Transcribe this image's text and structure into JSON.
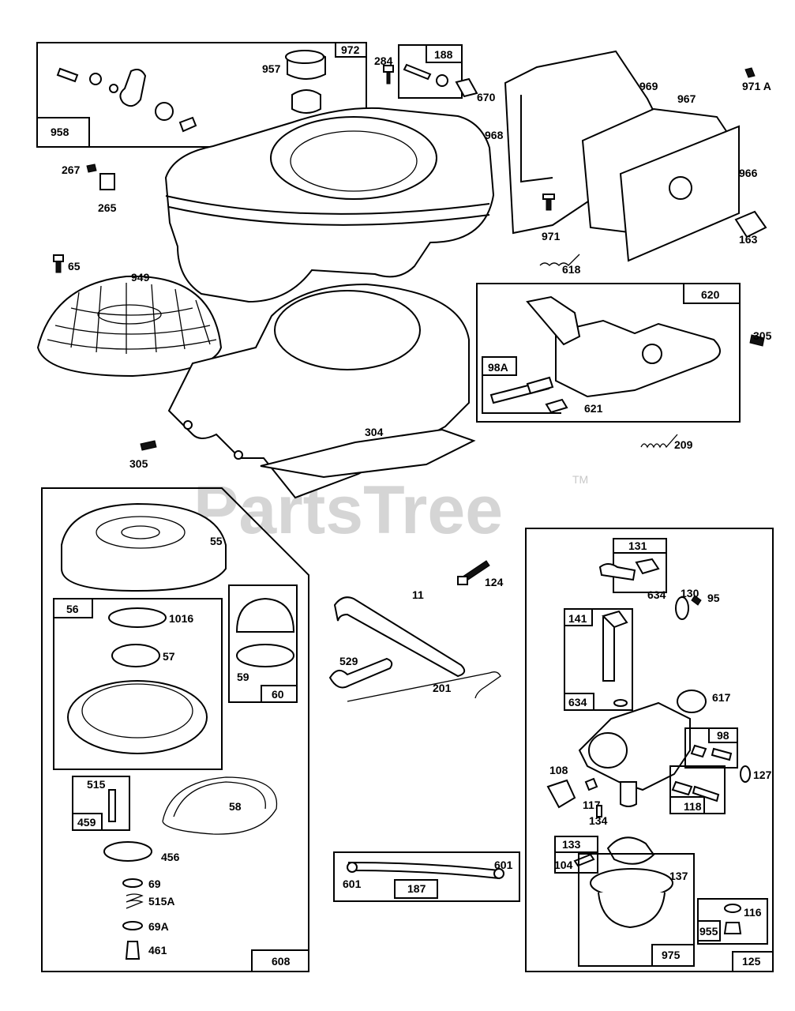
{
  "watermark": {
    "text": "PartsTree",
    "tm": "TM"
  },
  "labels": {
    "l972": "972",
    "l958": "958",
    "l957": "957",
    "l284": "284",
    "l188": "188",
    "l670": "670",
    "l969": "969",
    "l971A": "971 A",
    "l967": "967",
    "l968": "968",
    "l966": "966",
    "l163": "163",
    "l971": "971",
    "l618": "618",
    "l267": "267",
    "l265": "265",
    "l65": "65",
    "l949": "949",
    "l620": "620",
    "l98A": "98A",
    "l621": "621",
    "l305a": "305",
    "l305b": "305",
    "l209": "209",
    "l304": "304",
    "l55": "55",
    "l56": "56",
    "l1016": "1016",
    "l57": "57",
    "l59": "59",
    "l60": "60",
    "l515": "515",
    "l459": "459",
    "l58": "58",
    "l456": "456",
    "l69": "69",
    "l515A": "515A",
    "l69A": "69A",
    "l461": "461",
    "l608": "608",
    "l11": "11",
    "l124": "124",
    "l529": "529",
    "l201": "201",
    "l601a": "601",
    "l601b": "601",
    "l187": "187",
    "l131": "131",
    "l634a": "634",
    "l130": "130",
    "l95": "95",
    "l141": "141",
    "l634b": "634",
    "l617": "617",
    "l98": "98",
    "l127": "127",
    "l108": "108",
    "l117": "117",
    "l118": "118",
    "l134": "134",
    "l133": "133",
    "l104": "104",
    "l137": "137",
    "l116": "116",
    "l955": "955",
    "l975": "975",
    "l125": "125"
  },
  "icons": [
    "fuel-tank-icon",
    "air-filter-icon",
    "blower-housing-icon",
    "rewind-starter-icon",
    "carburetor-icon",
    "governor-bracket-icon",
    "fuel-line-icon",
    "link-rod-icon",
    "float-bowl-icon",
    "screw-icon"
  ]
}
